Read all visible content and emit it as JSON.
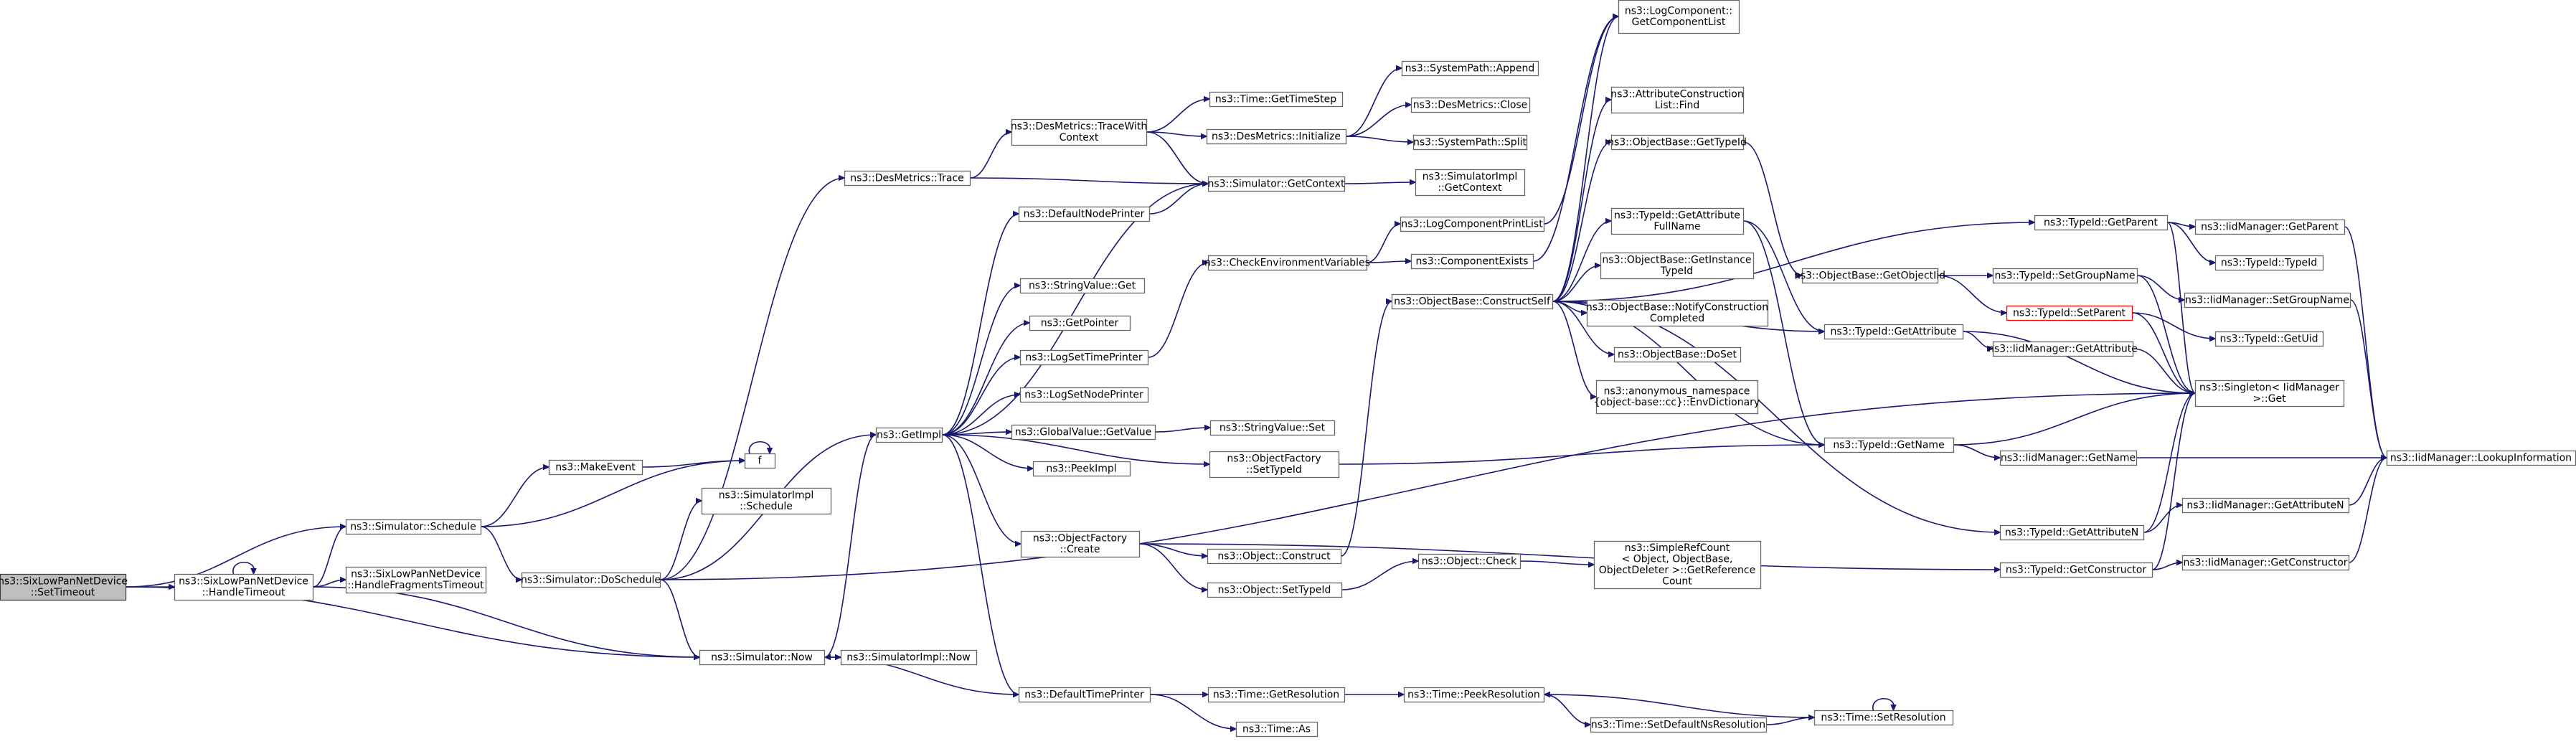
{
  "diagram": {
    "type": "call-graph",
    "colors": {
      "edge": "#191970",
      "root_fill": "#bfbfbf",
      "highlight_border": "#ff0000"
    },
    "nodes": [
      {
        "id": "n0",
        "lines": [
          "ns3::SixLowPanNetDevice",
          "::SetTimeout"
        ],
        "style": "root"
      },
      {
        "id": "n1",
        "lines": [
          "ns3::SixLowPanNetDevice",
          "::HandleTimeout"
        ]
      },
      {
        "id": "n2",
        "lines": [
          "ns3::Simulator::Schedule"
        ]
      },
      {
        "id": "n3",
        "lines": [
          "ns3::SixLowPanNetDevice",
          "::HandleFragmentsTimeout"
        ]
      },
      {
        "id": "n4",
        "lines": [
          "ns3::Simulator::Now"
        ]
      },
      {
        "id": "n5",
        "lines": [
          "ns3::MakeEvent"
        ]
      },
      {
        "id": "n6",
        "lines": [
          "f"
        ]
      },
      {
        "id": "n7",
        "lines": [
          "ns3::SimulatorImpl",
          "::Schedule"
        ]
      },
      {
        "id": "n8",
        "lines": [
          "ns3::Simulator::DoSchedule"
        ]
      },
      {
        "id": "n9",
        "lines": [
          "ns3::DesMetrics::Trace"
        ]
      },
      {
        "id": "n10",
        "lines": [
          "ns3::GetImpl"
        ]
      },
      {
        "id": "n11",
        "lines": [
          "ns3::SimulatorImpl::Now"
        ]
      },
      {
        "id": "n12",
        "lines": [
          "ns3::DesMetrics::TraceWith",
          "Context"
        ]
      },
      {
        "id": "n13",
        "lines": [
          "ns3::Simulator::GetContext"
        ]
      },
      {
        "id": "n14",
        "lines": [
          "ns3::DefaultNodePrinter"
        ]
      },
      {
        "id": "n15",
        "lines": [
          "ns3::StringValue::Get"
        ]
      },
      {
        "id": "n16",
        "lines": [
          "ns3::GetPointer"
        ]
      },
      {
        "id": "n17",
        "lines": [
          "ns3::LogSetTimePrinter"
        ]
      },
      {
        "id": "n18",
        "lines": [
          "ns3::LogSetNodePrinter"
        ]
      },
      {
        "id": "n19",
        "lines": [
          "ns3::GlobalValue::GetValue"
        ]
      },
      {
        "id": "n20",
        "lines": [
          "ns3::PeekImpl"
        ]
      },
      {
        "id": "n21",
        "lines": [
          "ns3::ObjectFactory",
          "::SetTypeId"
        ]
      },
      {
        "id": "n22",
        "lines": [
          "ns3::ObjectFactory",
          "::Create"
        ]
      },
      {
        "id": "n23",
        "lines": [
          "ns3::DefaultTimePrinter"
        ]
      },
      {
        "id": "n24",
        "lines": [
          "ns3::Time::GetTimeStep"
        ]
      },
      {
        "id": "n25",
        "lines": [
          "ns3::DesMetrics::Initialize"
        ]
      },
      {
        "id": "n26",
        "lines": [
          "ns3::SystemPath::Append"
        ]
      },
      {
        "id": "n27",
        "lines": [
          "ns3::DesMetrics::Close"
        ]
      },
      {
        "id": "n28",
        "lines": [
          "ns3::SystemPath::Split"
        ]
      },
      {
        "id": "n29",
        "lines": [
          "ns3::SimulatorImpl",
          "::GetContext"
        ]
      },
      {
        "id": "n30",
        "lines": [
          "ns3::CheckEnvironmentVariables"
        ]
      },
      {
        "id": "n31",
        "lines": [
          "ns3::LogComponentPrintList"
        ]
      },
      {
        "id": "n32",
        "lines": [
          "ns3::ComponentExists"
        ]
      },
      {
        "id": "n33",
        "lines": [
          "ns3::StringValue::Set"
        ]
      },
      {
        "id": "n34",
        "lines": [
          "ns3::Object::Construct"
        ]
      },
      {
        "id": "n35",
        "lines": [
          "ns3::Object::SetTypeId"
        ]
      },
      {
        "id": "n36",
        "lines": [
          "ns3::Object::Check"
        ]
      },
      {
        "id": "n37",
        "lines": [
          "ns3::ObjectBase::ConstructSelf"
        ]
      },
      {
        "id": "n38",
        "lines": [
          "ns3::Time::GetResolution"
        ]
      },
      {
        "id": "n39",
        "lines": [
          "ns3::Time::As"
        ]
      },
      {
        "id": "n40",
        "lines": [
          "ns3::Time::PeekResolution"
        ]
      },
      {
        "id": "n41",
        "lines": [
          "ns3::Time::SetDefaultNsResolution"
        ]
      },
      {
        "id": "n42",
        "lines": [
          "ns3::Time::SetResolution"
        ]
      },
      {
        "id": "n43",
        "lines": [
          "ns3::LogComponent::",
          "GetComponentList"
        ]
      },
      {
        "id": "n44",
        "lines": [
          "ns3::AttributeConstruction",
          "List::Find"
        ]
      },
      {
        "id": "n45",
        "lines": [
          "ns3::ObjectBase::GetTypeId"
        ]
      },
      {
        "id": "n46",
        "lines": [
          "ns3::TypeId::GetAttribute",
          "FullName"
        ]
      },
      {
        "id": "n47",
        "lines": [
          "ns3::ObjectBase::GetInstance",
          "TypeId"
        ]
      },
      {
        "id": "n48",
        "lines": [
          "ns3::ObjectBase::NotifyConstruction",
          "Completed"
        ]
      },
      {
        "id": "n49",
        "lines": [
          "ns3::ObjectBase::DoSet"
        ]
      },
      {
        "id": "n50",
        "lines": [
          "ns3::anonymous_namespace",
          "{object-base::cc}::EnvDictionary"
        ]
      },
      {
        "id": "n51",
        "lines": [
          "ns3::SimpleRefCount",
          "< Object, ObjectBase,",
          "ObjectDeleter >::GetReference",
          "Count"
        ]
      },
      {
        "id": "n52",
        "lines": [
          "ns3::ObjectBase::GetObjectIid"
        ]
      },
      {
        "id": "n53",
        "lines": [
          "ns3::TypeId::GetAttribute"
        ]
      },
      {
        "id": "n54",
        "lines": [
          "ns3::TypeId::GetName"
        ]
      },
      {
        "id": "n55",
        "lines": [
          "ns3::TypeId::GetAttributeN"
        ]
      },
      {
        "id": "n56",
        "lines": [
          "ns3::TypeId::GetConstructor"
        ]
      },
      {
        "id": "n57",
        "lines": [
          "ns3::TypeId::GetParent"
        ]
      },
      {
        "id": "n58",
        "lines": [
          "ns3::TypeId::SetGroupName"
        ]
      },
      {
        "id": "n59",
        "lines": [
          "ns3::TypeId::SetParent"
        ],
        "style": "red"
      },
      {
        "id": "n60",
        "lines": [
          "ns3::IidManager::GetAttribute"
        ]
      },
      {
        "id": "n61",
        "lines": [
          "ns3::IidManager::GetName"
        ]
      },
      {
        "id": "n62",
        "lines": [
          "ns3::IidManager::GetParent"
        ]
      },
      {
        "id": "n63",
        "lines": [
          "ns3::TypeId::TypeId"
        ]
      },
      {
        "id": "n64",
        "lines": [
          "ns3::IidManager::SetGroupName"
        ]
      },
      {
        "id": "n65",
        "lines": [
          "ns3::TypeId::GetUid"
        ]
      },
      {
        "id": "n66",
        "lines": [
          "ns3::Singleton< IidManager",
          " >::Get"
        ]
      },
      {
        "id": "n67",
        "lines": [
          "ns3::IidManager::LookupInformation"
        ]
      },
      {
        "id": "n68",
        "lines": [
          "ns3::IidManager::GetAttributeN"
        ]
      },
      {
        "id": "n69",
        "lines": [
          "ns3::IidManager::GetConstructor"
        ]
      }
    ]
  }
}
